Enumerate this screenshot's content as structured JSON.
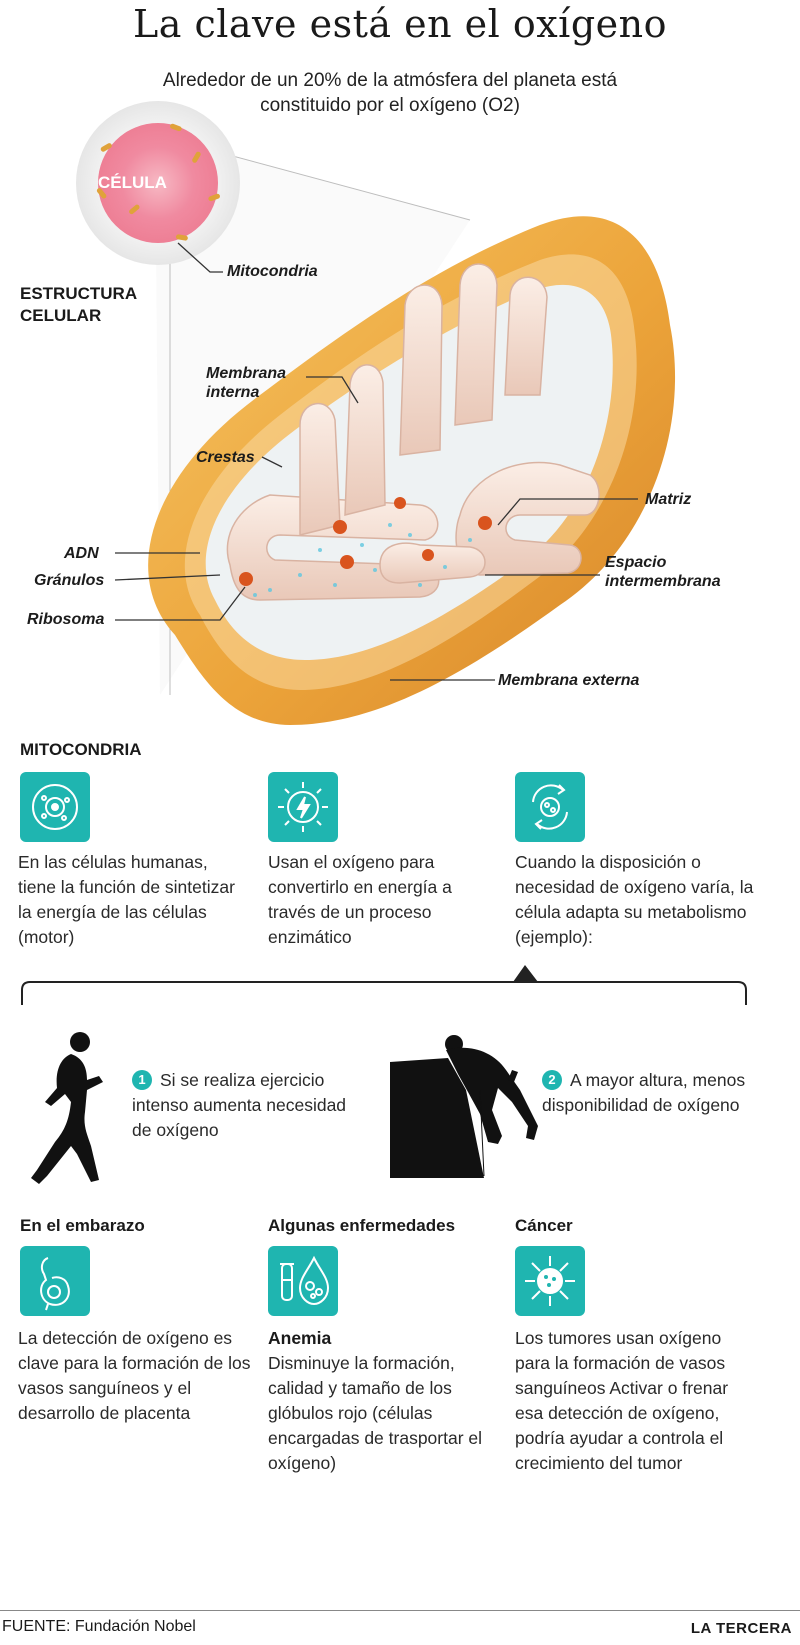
{
  "title": "La clave está en el oxígeno",
  "subtitle": "Alrededor de un 20% de la atmósfera del planeta está constituido por el oxígeno (O2)",
  "cell_label": "CÉLULA",
  "structure_label": "ESTRUCTURA CELULAR",
  "parts": {
    "mitocondria": "Mitocondria",
    "membrana_interna": "Membrana interna",
    "crestas": "Crestas",
    "matriz": "Matriz",
    "adn": "ADN",
    "granulos": "Gránulos",
    "ribosoma": "Ribosoma",
    "espacio_intermembrana": "Espacio intermembrana",
    "membrana_externa": "Membrana externa"
  },
  "mito_section": {
    "heading": "MITOCONDRIA",
    "items": [
      {
        "icon": "cell-icon",
        "text": "En las células humanas, tiene la función de sintetizar la energía de las células (motor)"
      },
      {
        "icon": "energy-icon",
        "text": "Usan el oxígeno para convertirlo en energía a través de un proceso enzimático"
      },
      {
        "icon": "cycle-icon",
        "text": "Cuando la disposición o necesidad de oxígeno varía, la célula adapta su metabolismo (ejemplo):"
      }
    ]
  },
  "examples": [
    {
      "number": "1",
      "text": "Si se realiza ejercicio intenso aumenta necesidad de oxígeno"
    },
    {
      "number": "2",
      "text": "A mayor altura, menos disponibilidad de oxígeno"
    }
  ],
  "conditions": [
    {
      "heading": "En el embarazo",
      "icon": "pregnancy-icon",
      "subhead": "",
      "text": "La detección de oxígeno es clave para la formación de los vasos sanguíneos y el desarrollo de placenta"
    },
    {
      "heading": "Algunas enfermedades",
      "icon": "blood-test-icon",
      "subhead": "Anemia",
      "text": "Disminuye la formación, calidad y tamaño de los glóbulos rojo (células encargadas de trasportar el oxígeno)"
    },
    {
      "heading": "Cáncer",
      "icon": "tumor-icon",
      "subhead": "",
      "text": "Los tumores usan oxígeno para la formación de vasos sanguíneos Activar o frenar esa detección de oxígeno, podría ayudar a controla el crecimiento del tumor"
    }
  ],
  "footer": {
    "source": "FUENTE: Fundación Nobel",
    "brand": "LA TERCERA"
  },
  "colors": {
    "accent": "#1fb5b0",
    "membrane": "#e8a23a",
    "cristae": "#f3ddd0",
    "granule": "#d9541e"
  }
}
